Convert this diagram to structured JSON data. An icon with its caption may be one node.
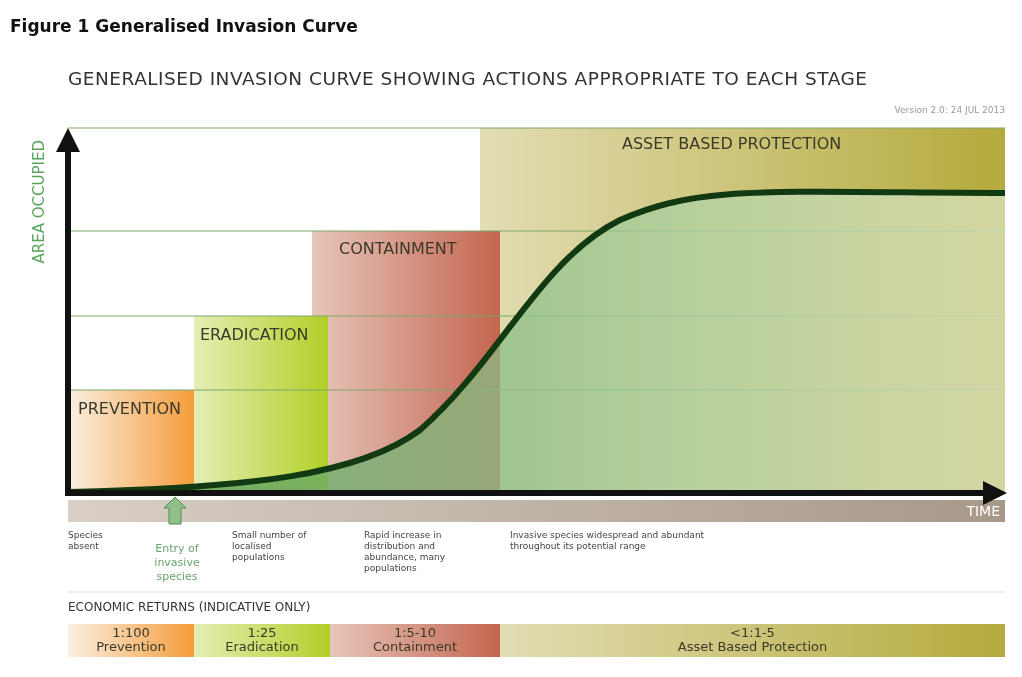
{
  "diagram": {
    "title": "Figure 1 Generalised Invasion Curve",
    "nodes": [
      {
        "text": [
          "ASSET BASED PROTECTION"
        ]
      },
      {
        "text": [
          "CONTAINMENT"
        ]
      },
      {
        "text": [
          "ERADICATION"
        ]
      },
      {
        "text": [
          "PREVENTION"
        ]
      },
      {
        "text": [
          "1:100",
          "Prevention"
        ]
      },
      {
        "text": [
          "1:25",
          "Eradication"
        ]
      },
      {
        "text": [
          "1:5-10",
          "Containment"
        ]
      },
      {
        "text": [
          "<1:1-5",
          "Asset Based Protection"
        ]
      }
    ],
    "edges": [],
    "labels": [
      "GENERALISED INVASION CURVE SHOWING ACTIONS APPROPRIATE TO EACH STAGE",
      "Version 2.0: 24 JUL 2013",
      "AREA OCCUPIED",
      "TIME",
      "Species absent",
      "Entry of invasive species",
      "Small number of localised populations",
      "Rapid increase in distribution and abundance, many populations",
      "Invasive species widespread and abundant throughout its potential range",
      "ECONOMIC RETURNS (INDICATIVE ONLY)"
    ]
  }
}
